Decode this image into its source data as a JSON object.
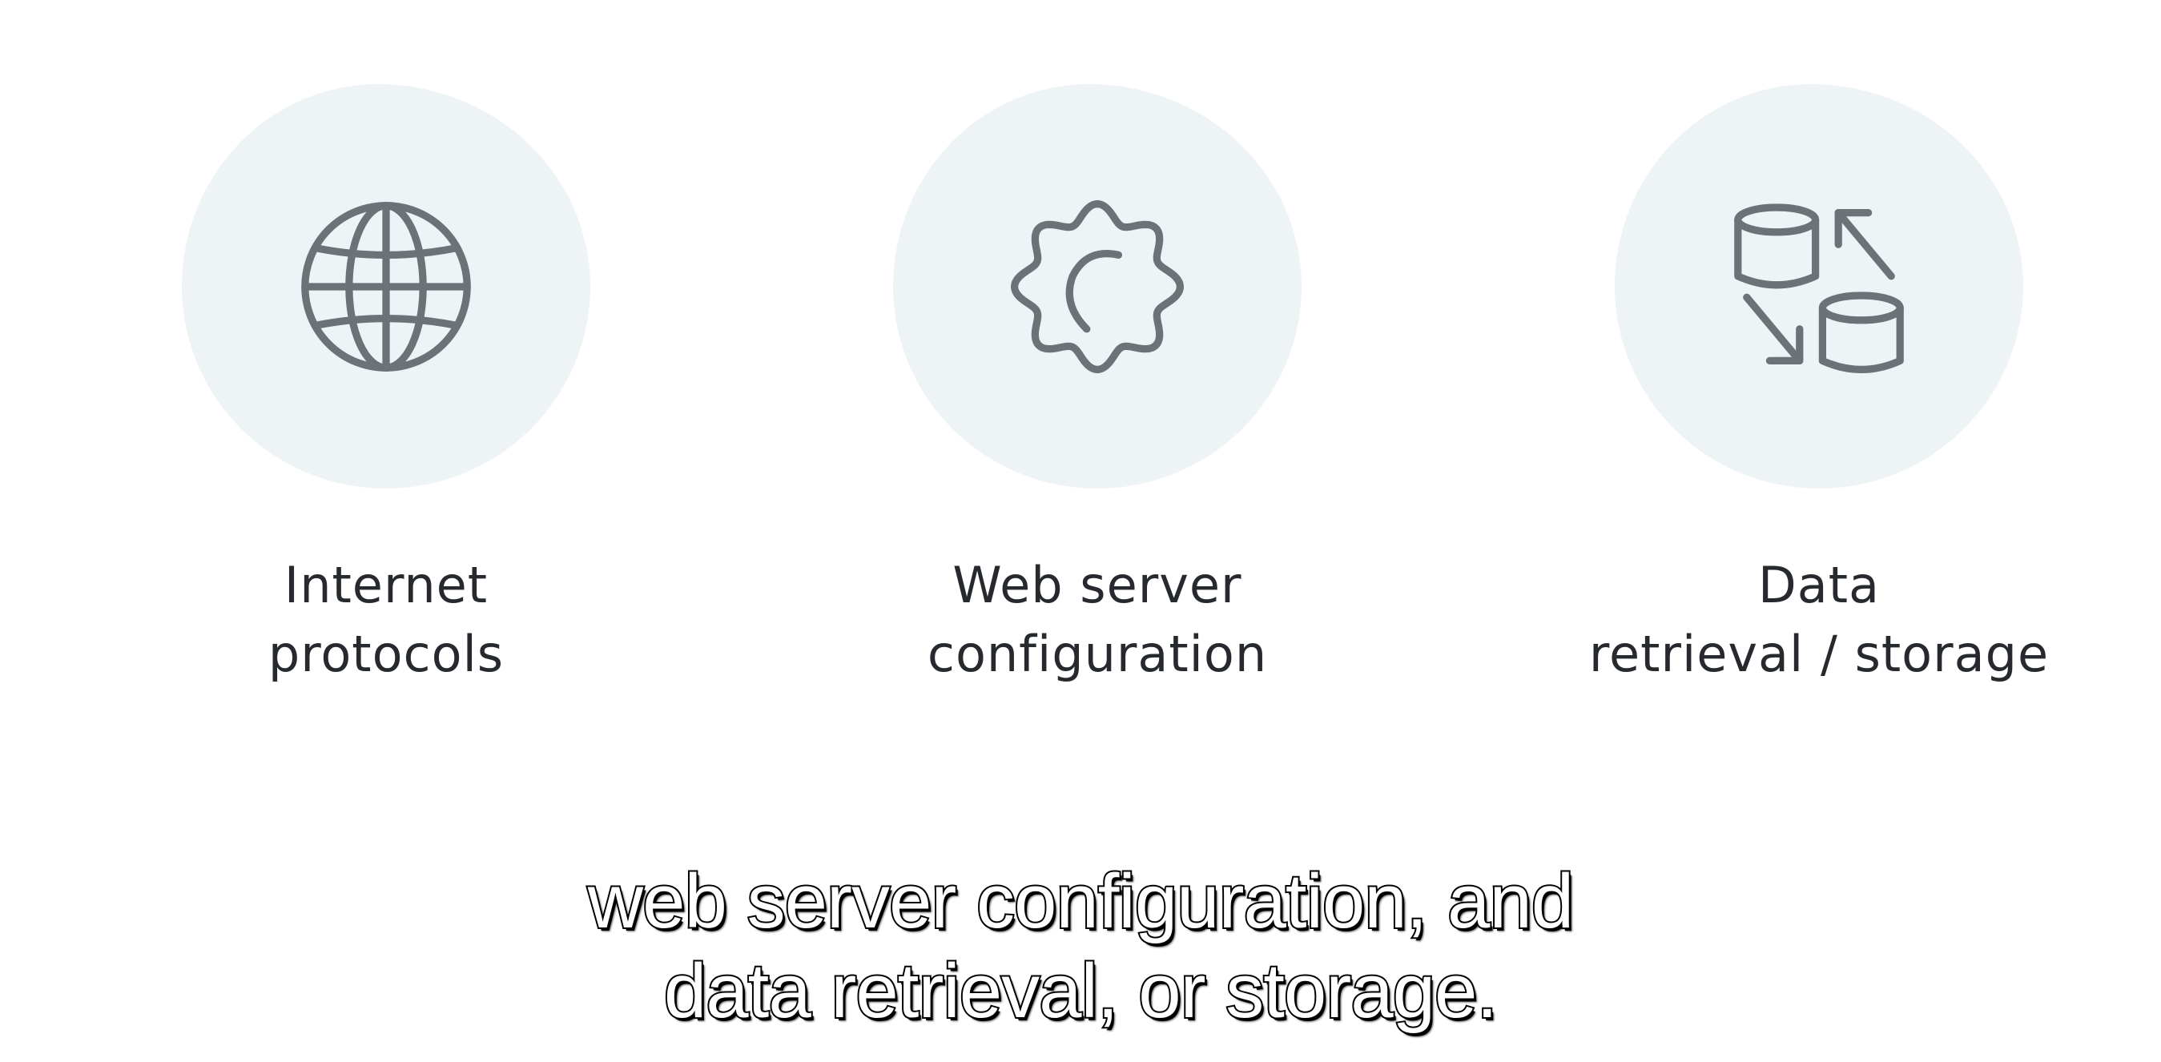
{
  "items": [
    {
      "icon": "globe-icon",
      "line1": "Internet",
      "line2": "protocols"
    },
    {
      "icon": "gear-icon",
      "line1": "Web server",
      "line2": "configuration"
    },
    {
      "icon": "database-transfer-icon",
      "line1": "Data",
      "line2": "retrieval / storage"
    }
  ],
  "caption": {
    "line1": "web server configuration, and",
    "line2": "data retrieval, or storage."
  },
  "colors": {
    "background": "#ffffff",
    "blob": "#eef3f5",
    "icon_stroke": "#6b7278",
    "label_text": "#26292d",
    "caption_fill": "#ffffff",
    "caption_outline": "#000000"
  }
}
